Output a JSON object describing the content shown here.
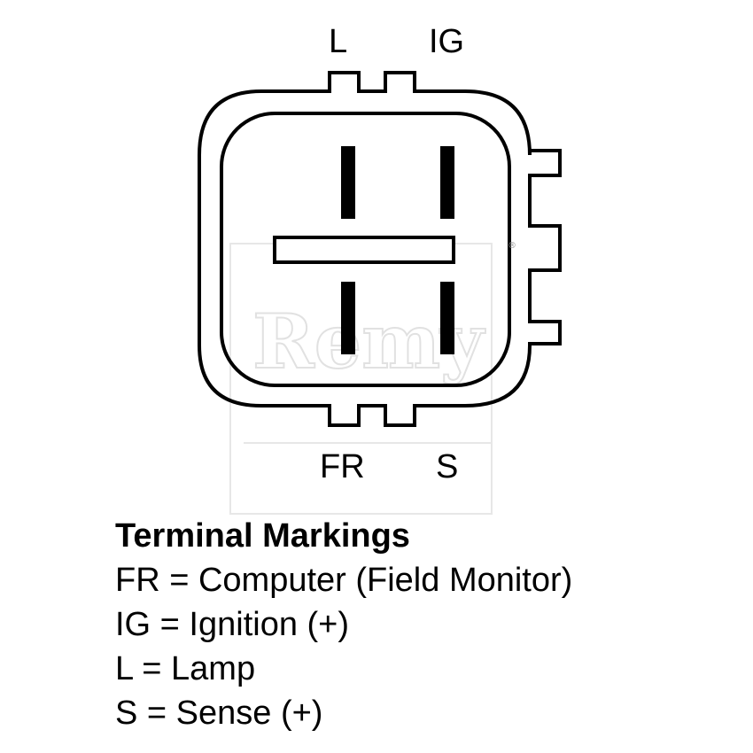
{
  "terminals": {
    "l": "L",
    "ig": "IG",
    "fr": "FR",
    "s": "S"
  },
  "watermark": "Remy",
  "legend": {
    "title": "Terminal Markings",
    "items": [
      "FR = Computer (Field Monitor)",
      "IG = Ignition (+)",
      "L = Lamp",
      "S = Sense (+)"
    ]
  }
}
